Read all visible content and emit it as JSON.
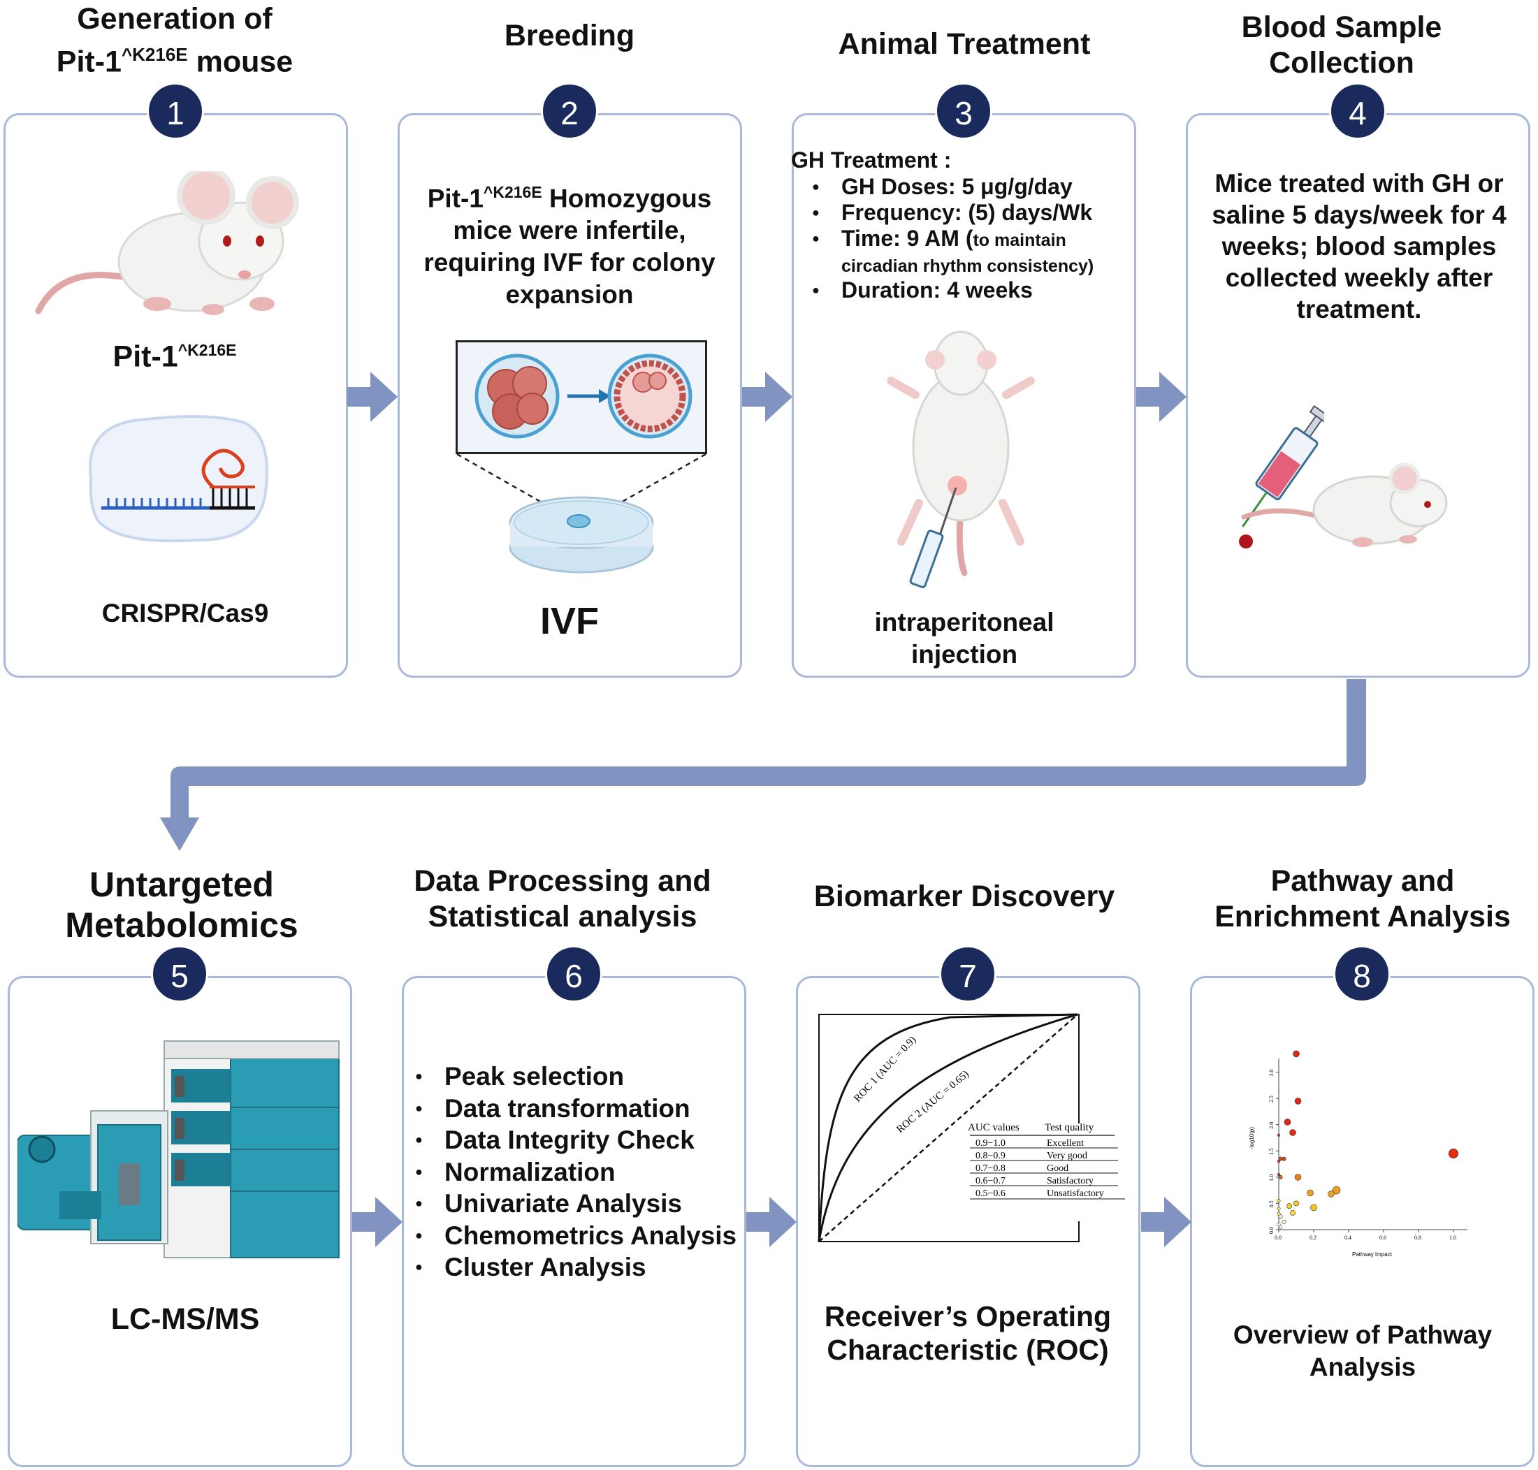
{
  "colors": {
    "card_border": "#a9b9da",
    "badge": "#1b2a5c",
    "arrow": "#8193c0"
  },
  "steps": [
    {
      "number": "1",
      "title_prefix": "Generation of",
      "title_line2": "Pit-1",
      "title_sup": "^K216E",
      "title_suffix": " mouse",
      "mouse_label": "Pit-1",
      "mouse_sup": "^K216E",
      "caption": "CRISPR/Cas9",
      "icons": [
        "mouse-icon",
        "crispr-icon"
      ]
    },
    {
      "number": "2",
      "title": "Breeding",
      "desc_a": "Pit-1",
      "desc_sup": "^K216E",
      "desc_b": " Homozygous",
      "desc_c": "mice were infertile, requiring IVF for colony expansion",
      "caption": "IVF",
      "icons": [
        "embryo-icon",
        "petri-dish-icon"
      ]
    },
    {
      "number": "3",
      "title": "Animal Treatment",
      "heading": "GH Treatment :",
      "items": [
        {
          "label": "GH Doses: 5 μg/g/day"
        },
        {
          "label": "Frequency:  (5) days/Wk"
        },
        {
          "label": "Time: 9 AM  (",
          "small": "to maintain circadian rhythm consistency)"
        },
        {
          "label": "Duration: 4 weeks"
        }
      ],
      "caption": "intraperitoneal injection",
      "icons": [
        "mouse-injection-icon"
      ]
    },
    {
      "number": "4",
      "title": "Blood Sample Collection",
      "desc": "Mice treated with GH or saline 5 days/week for 4 weeks; blood samples collected weekly after treatment.",
      "icons": [
        "syringe-icon",
        "mouse-icon"
      ]
    },
    {
      "number": "5",
      "title": "Untargeted Metabolomics",
      "caption": "LC-MS/MS",
      "icons": [
        "lc-ms-instrument-icon"
      ]
    },
    {
      "number": "6",
      "title": "Data Processing and Statistical  analysis",
      "items": [
        "Peak selection",
        "Data transformation",
        "Data Integrity Check",
        "Normalization",
        "Univariate Analysis",
        "Chemometrics Analysis",
        "Cluster Analysis"
      ]
    },
    {
      "number": "7",
      "title": "Biomarker Discovery",
      "caption": "Receiver’s Operating Characteristic (ROC)"
    },
    {
      "number": "8",
      "title": "Pathway and Enrichment Analysis",
      "caption": "Overview of Pathway Analysis"
    }
  ],
  "roc_chart": {
    "curve_labels": [
      "ROC 1 (AUC = 0.9)",
      "ROC 2 (AUC = 0.65)"
    ],
    "table_headers": [
      "AUC values",
      "Test quality"
    ],
    "table_rows": [
      [
        "0.9−1.0",
        "Excellent"
      ],
      [
        "0.8−0.9",
        "Very good"
      ],
      [
        "0.7−0.8",
        "Good"
      ],
      [
        "0.6−0.7",
        "Satisfactory"
      ],
      [
        "0.5−0.6",
        "Unsatisfactory"
      ]
    ]
  },
  "chart_data": {
    "type": "scatter",
    "xlabel": "Pathway Impact",
    "ylabel": "-log10(p)",
    "xlim": [
      0,
      1.0
    ],
    "ylim": [
      0,
      3.0
    ],
    "x_ticks": [
      "0.0",
      "0.2",
      "0.4",
      "0.6",
      "0.8",
      "1.0"
    ],
    "y_ticks": [
      "0.0",
      "0.5",
      "1.0",
      "1.5",
      "2.0",
      "2.5",
      "3.0"
    ],
    "points": [
      {
        "x": 0.1,
        "y": 3.35,
        "r": 1,
        "color": "#e02814"
      },
      {
        "x": 0.11,
        "y": 2.45,
        "r": 1,
        "color": "#e02814"
      },
      {
        "x": 0.05,
        "y": 2.05,
        "r": 1,
        "color": "#e02814"
      },
      {
        "x": 0.08,
        "y": 1.85,
        "r": 1,
        "color": "#e02814"
      },
      {
        "x": 0.0,
        "y": 1.8,
        "r": 0.4,
        "color": "#c8401a"
      },
      {
        "x": 0.03,
        "y": 1.35,
        "r": 0.6,
        "color": "#d24a18"
      },
      {
        "x": 0.01,
        "y": 1.35,
        "r": 0.6,
        "color": "#d24a18"
      },
      {
        "x": 0.0,
        "y": 1.3,
        "r": 0.4,
        "color": "#c8401a"
      },
      {
        "x": 0.0,
        "y": 1.05,
        "r": 0.4,
        "color": "#b04a18"
      },
      {
        "x": 0.01,
        "y": 1.0,
        "r": 0.6,
        "color": "#e06a14"
      },
      {
        "x": 0.11,
        "y": 1.0,
        "r": 1,
        "color": "#e8841a"
      },
      {
        "x": 1.0,
        "y": 1.45,
        "r": 1.5,
        "color": "#e82a10"
      },
      {
        "x": 0.33,
        "y": 0.75,
        "r": 1.2,
        "color": "#f0a020"
      },
      {
        "x": 0.3,
        "y": 0.68,
        "r": 1,
        "color": "#f0a020"
      },
      {
        "x": 0.18,
        "y": 0.7,
        "r": 1,
        "color": "#f0a020"
      },
      {
        "x": 0.2,
        "y": 0.42,
        "r": 1,
        "color": "#f4c81e"
      },
      {
        "x": 0.1,
        "y": 0.5,
        "r": 0.8,
        "color": "#f4d020"
      },
      {
        "x": 0.06,
        "y": 0.45,
        "r": 0.8,
        "color": "#f4d020"
      },
      {
        "x": 0.08,
        "y": 0.32,
        "r": 0.8,
        "color": "#f8e030"
      },
      {
        "x": 0.0,
        "y": 0.55,
        "r": 0.5,
        "color": "#f4e040"
      },
      {
        "x": 0.0,
        "y": 0.4,
        "r": 0.5,
        "color": "#f6e860"
      },
      {
        "x": 0.0,
        "y": 0.3,
        "r": 0.5,
        "color": "#f8f090"
      },
      {
        "x": 0.01,
        "y": 0.25,
        "r": 0.6,
        "color": "#f8f4c0"
      },
      {
        "x": 0.03,
        "y": 0.15,
        "r": 0.6,
        "color": "#fbf8d8"
      },
      {
        "x": 0.0,
        "y": 0.1,
        "r": 0.5,
        "color": "#fffce8"
      },
      {
        "x": 0.01,
        "y": 0.05,
        "r": 0.5,
        "color": "#ffffff"
      }
    ]
  }
}
